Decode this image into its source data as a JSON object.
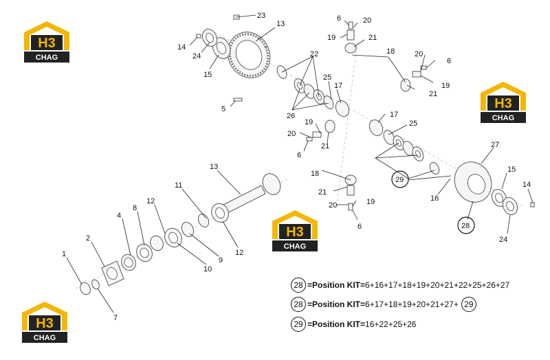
{
  "logo": {
    "top_text": "H3",
    "bottom_text": "CHAG",
    "accent": "#f2b705",
    "dark": "#222222"
  },
  "callouts": {
    "c23": "23",
    "c13a": "13",
    "c14a": "14",
    "c24a": "24",
    "c15a": "15",
    "c22": "22",
    "c25a": "25",
    "c26": "26",
    "c17a": "17",
    "c5": "5",
    "c6a": "6",
    "c20a": "20",
    "c19a": "19",
    "c21a": "21",
    "c18a": "18",
    "c20b": "20",
    "c6b": "6",
    "c21b": "21",
    "c19b": "19",
    "c17b": "17",
    "c25b": "25",
    "c19c": "19",
    "c20c": "20",
    "c6c": "6",
    "c21c": "21",
    "c27": "27",
    "c29a": "29",
    "c15b": "15",
    "c14b": "14",
    "c16": "16",
    "c28a": "28",
    "c24b": "24",
    "c18b": "18",
    "c21d": "21",
    "c20d": "20",
    "c19d": "19",
    "c6d": "6",
    "c13b": "13",
    "c11": "11",
    "c12a": "12",
    "c8": "8",
    "c4": "4",
    "c2": "2",
    "c1": "1",
    "c7": "7",
    "c9": "9",
    "c10": "10",
    "c12b": "12"
  },
  "kits": [
    {
      "circle": "28",
      "label": "=Position KIT=",
      "parts": "6+16+17+18+19+20+21+22+25+26+27",
      "tail": ""
    },
    {
      "circle": "28",
      "label": "=Position KIT=",
      "parts": "6+17+18+19+20+21+27+",
      "tail": "29"
    },
    {
      "circle": "29",
      "label": "=Position KIT=",
      "parts": "16+22+25+26",
      "tail": ""
    }
  ]
}
